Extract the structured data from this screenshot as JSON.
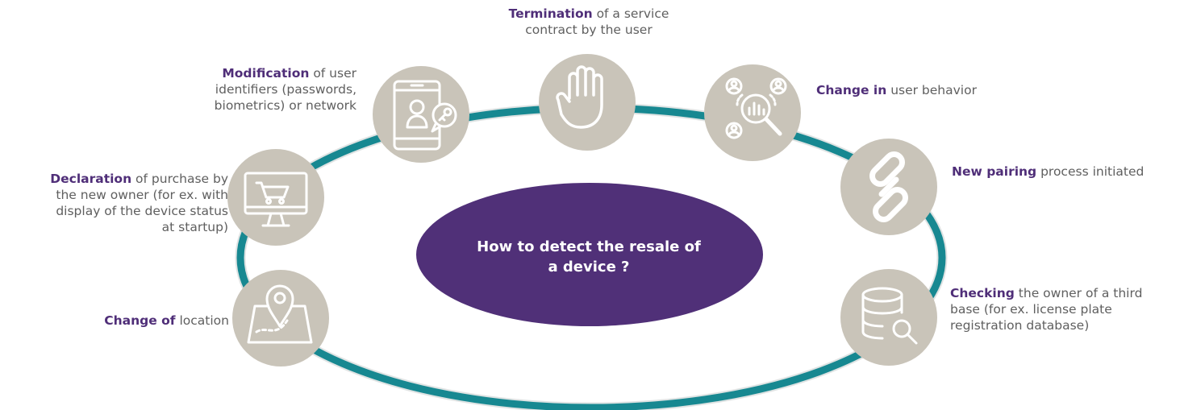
{
  "center": {
    "line1": "How to detect the resale of",
    "line2": "a device ?"
  },
  "colors": {
    "ring": "#178891",
    "ring_light": "#dfe3e3",
    "node": "#c9c4b9",
    "center": "#503078",
    "accent_text": "#4f2e78",
    "body_text": "#5f5f5f",
    "icon_stroke": "#ffffff"
  },
  "nodes": [
    {
      "id": "termination",
      "icon": "hand-icon",
      "bold": "Termination",
      "rest_lines": [
        " of a service",
        "contract by the user"
      ]
    },
    {
      "id": "modification",
      "icon": "tablet-key-icon",
      "bold": "Modification",
      "rest_lines": [
        " of user",
        "identifiers (passwords,",
        "biometrics) or network"
      ]
    },
    {
      "id": "declaration",
      "icon": "monitor-cart-icon",
      "bold": "Declaration",
      "rest_lines": [
        " of purchase by",
        "the new owner (for ex. with",
        "display of the device status",
        "at startup)"
      ]
    },
    {
      "id": "location",
      "icon": "map-pin-icon",
      "bold": "Change of",
      "rest_lines": [
        " location"
      ]
    },
    {
      "id": "behavior",
      "icon": "user-analytics-icon",
      "bold": "Change in",
      "rest_lines": [
        " user behavior"
      ]
    },
    {
      "id": "pairing",
      "icon": "chain-link-icon",
      "bold": "New pairing",
      "rest_lines": [
        " process initiated"
      ]
    },
    {
      "id": "checking",
      "icon": "database-search-icon",
      "bold": "Checking",
      "rest_lines": [
        " the owner of a third",
        "base (for ex. license plate",
        "registration database)"
      ]
    }
  ]
}
